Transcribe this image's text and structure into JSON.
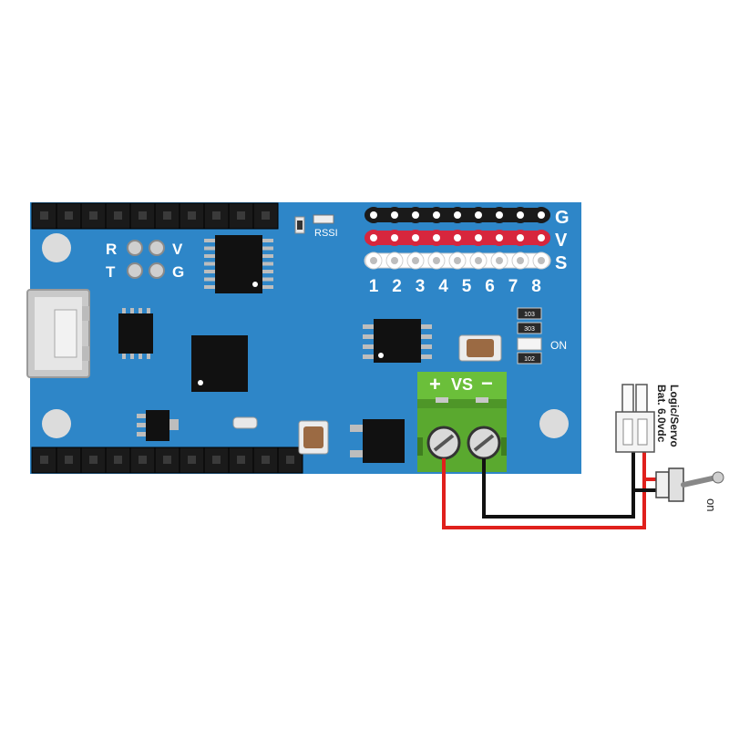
{
  "colors": {
    "pcb": "#2e86c8",
    "header_black": "#1a1a1a",
    "header_red": "#d7263d",
    "header_white": "#ffffff",
    "terminal_green": "#6bbf3a",
    "wire_red": "#e0201c",
    "wire_black": "#111111",
    "chip": "#111111",
    "mount_hole": "#dcdcdc",
    "capacitor": "#9b6a43"
  },
  "board": {
    "uart_labels": {
      "r": "R",
      "v": "V",
      "t": "T",
      "g": "G"
    },
    "rssi_label": "RSSI",
    "rail_labels": {
      "g": "G",
      "v": "V",
      "s": "S"
    },
    "channels": [
      "1",
      "2",
      "3",
      "4",
      "5",
      "6",
      "7",
      "8"
    ],
    "resistor_codes": [
      "103",
      "303",
      "102"
    ],
    "on_led_label": "ON",
    "vs_label": "VS",
    "plus_sign": "+",
    "minus_sign": "−"
  },
  "battery": {
    "label_line1": "Logic/Servo",
    "label_line2": "Bat. 6.0vdc"
  },
  "switch": {
    "label": "on"
  },
  "icons": {
    "usb": "micro-usb-port-icon",
    "chip": "ic-chip-icon",
    "screw": "screw-terminal-icon",
    "switch": "toggle-switch-icon",
    "connector": "battery-connector-icon"
  }
}
